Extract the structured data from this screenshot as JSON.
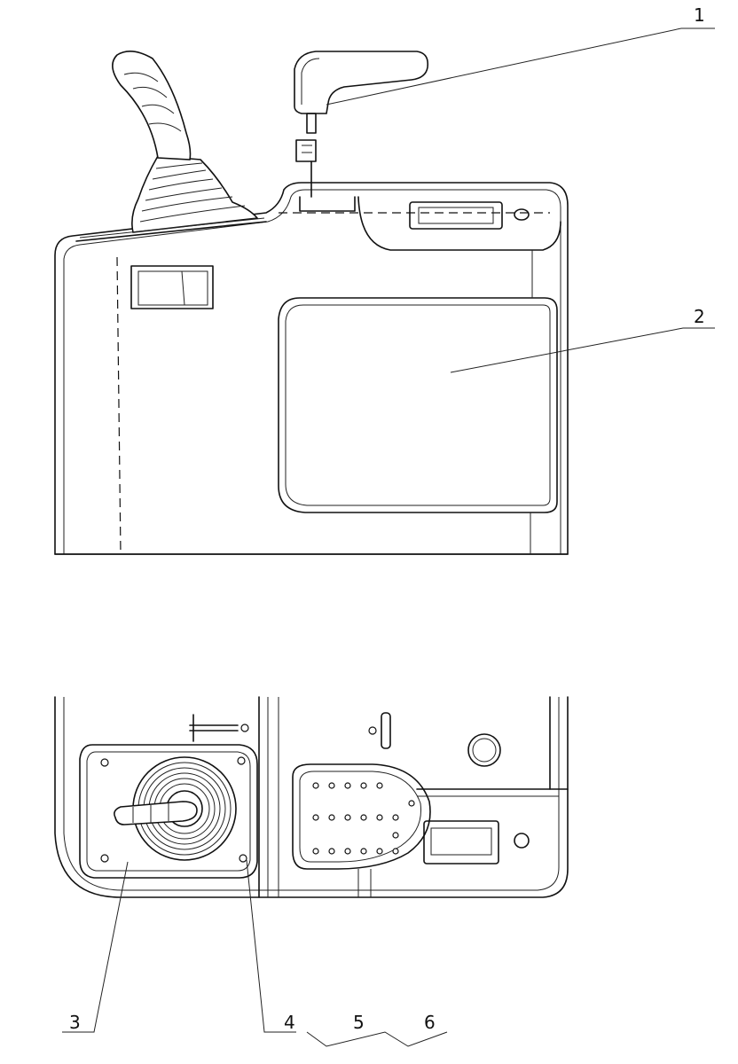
{
  "callouts": {
    "c1": "1",
    "c2": "2",
    "c3": "3",
    "c4": "4",
    "c5": "5",
    "c6": "6"
  }
}
